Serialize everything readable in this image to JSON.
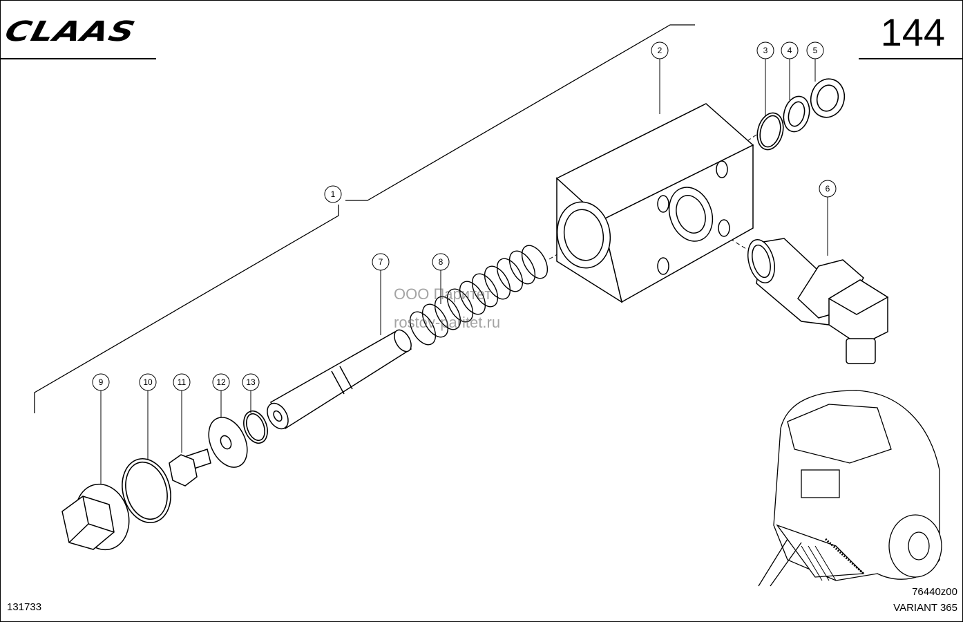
{
  "header": {
    "logo": "CLAAS",
    "page_number": "144"
  },
  "footer": {
    "drawing_id": "131733",
    "figure_code": "76440z00",
    "model": "VARIANT 365"
  },
  "watermark": {
    "company": "ООО Паритет",
    "url": "rostov-paritet.ru"
  },
  "callouts": [
    "1",
    "2",
    "3",
    "4",
    "5",
    "6",
    "7",
    "8",
    "9",
    "10",
    "11",
    "12",
    "13"
  ],
  "colors": {
    "line": "#000000",
    "background": "#ffffff",
    "watermark": "#5a5a5a"
  }
}
